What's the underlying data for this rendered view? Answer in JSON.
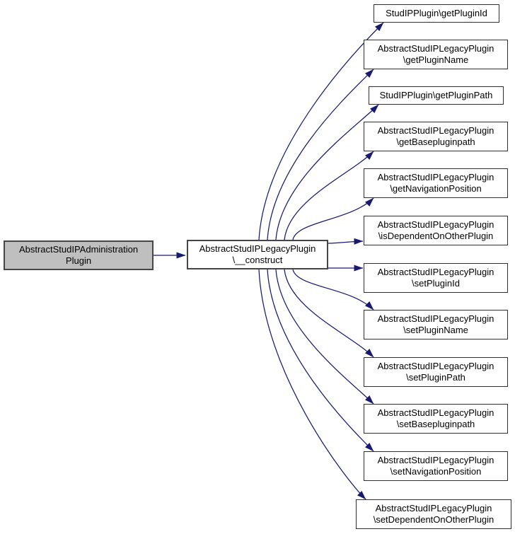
{
  "root": {
    "line1": "AbstractStudIPAdministration",
    "line2": "Plugin"
  },
  "construct": {
    "line1": "AbstractStudIPLegacyPlugin",
    "line2": "\\__construct"
  },
  "callees": [
    {
      "line1": "StudIPPlugin\\getPluginId"
    },
    {
      "line1": "AbstractStudIPLegacyPlugin",
      "line2": "\\getPluginName"
    },
    {
      "line1": "StudIPPlugin\\getPluginPath"
    },
    {
      "line1": "AbstractStudIPLegacyPlugin",
      "line2": "\\getBasepluginpath"
    },
    {
      "line1": "AbstractStudIPLegacyPlugin",
      "line2": "\\getNavigationPosition"
    },
    {
      "line1": "AbstractStudIPLegacyPlugin",
      "line2": "\\isDependentOnOtherPlugin"
    },
    {
      "line1": "AbstractStudIPLegacyPlugin",
      "line2": "\\setPluginId"
    },
    {
      "line1": "AbstractStudIPLegacyPlugin",
      "line2": "\\setPluginName"
    },
    {
      "line1": "AbstractStudIPLegacyPlugin",
      "line2": "\\setPluginPath"
    },
    {
      "line1": "AbstractStudIPLegacyPlugin",
      "line2": "\\setBasepluginpath"
    },
    {
      "line1": "AbstractStudIPLegacyPlugin",
      "line2": "\\setNavigationPosition"
    },
    {
      "line1": "AbstractStudIPLegacyPlugin",
      "line2": "\\setDependentOnOtherPlugin"
    }
  ],
  "colors": {
    "edge": "#191970",
    "root_fill": "#bfbfbf",
    "node_fill": "#ffffff",
    "node_border": "#2f2f2f",
    "emphasis_border": "#464646"
  }
}
